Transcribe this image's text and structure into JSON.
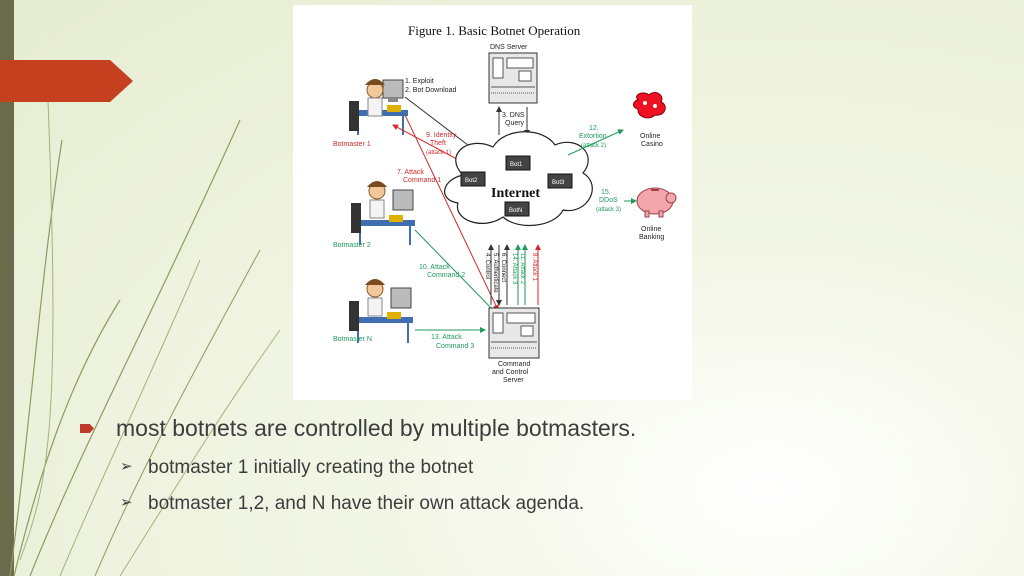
{
  "figure": {
    "title": "Figure 1.    Basic Botnet Operation",
    "labels": {
      "dns_server": "DNS Server",
      "exploit": "1. Exploit",
      "bot_download": "2. Bot Download",
      "dns_query_1": "3. DNS",
      "dns_query_2": "Query",
      "extortion_1": "12.",
      "extortion_2": "Extortion",
      "extortion_3": "(attack 2)",
      "casino_1": "Online",
      "casino_2": "Casino",
      "identity_1": "9. Identity",
      "identity_2": "Theft",
      "identity_3": "(attack 1)",
      "botmaster1": "Botmaster 1",
      "attack_cmd1_1": "7. Attack",
      "attack_cmd1_2": "Command 1",
      "internet": "Internet",
      "bot1": "Bot1",
      "bot2": "Bot2",
      "bot3": "Bot3",
      "botn": "BotN",
      "ddos_1": "15.",
      "ddos_2": "DDoS",
      "ddos_3": "(attack 3)",
      "banking_1": "Online",
      "banking_2": "Banking",
      "botmaster2": "Botmaster 2",
      "attack_cmd2_1": "10. Attack",
      "attack_cmd2_2": "Command 2",
      "botmastern": "Botmaster N",
      "attack_cmd3_1": "13. Attack",
      "attack_cmd3_2": "Command 3",
      "cc_1": "Command",
      "cc_2": "and Control",
      "cc_3": "Server",
      "v_control": "4. Control",
      "v_authenticate": "5. Authenticate",
      "v_connect": "6. Connect",
      "v_attack3": "14. Attack 3",
      "v_attack2": "11. Attack 2",
      "v_attack1": "8. Attack 1"
    }
  },
  "bullets": {
    "main": "most botnets are controlled by multiple botmasters.",
    "sub1": "botmaster 1  initially creating the botnet",
    "sub2": "botmaster 1,2, and N have their own attack agenda."
  },
  "colors": {
    "accent_red": "#c0392b",
    "diagram_red": "#d22a2a",
    "diagram_green": "#1e9a5a"
  }
}
